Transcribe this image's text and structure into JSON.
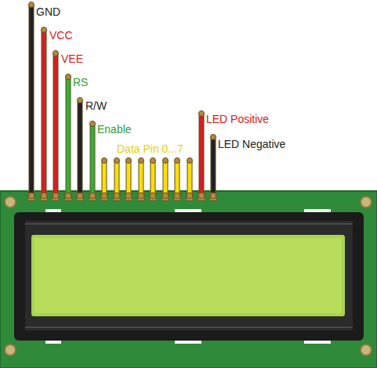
{
  "diagram": {
    "labels": [
      "GND",
      "VCC",
      "VEE",
      "RS",
      "R/W",
      "Enable",
      "Data Pin 0...7",
      "LED Positive",
      "LED Negative"
    ]
  }
}
